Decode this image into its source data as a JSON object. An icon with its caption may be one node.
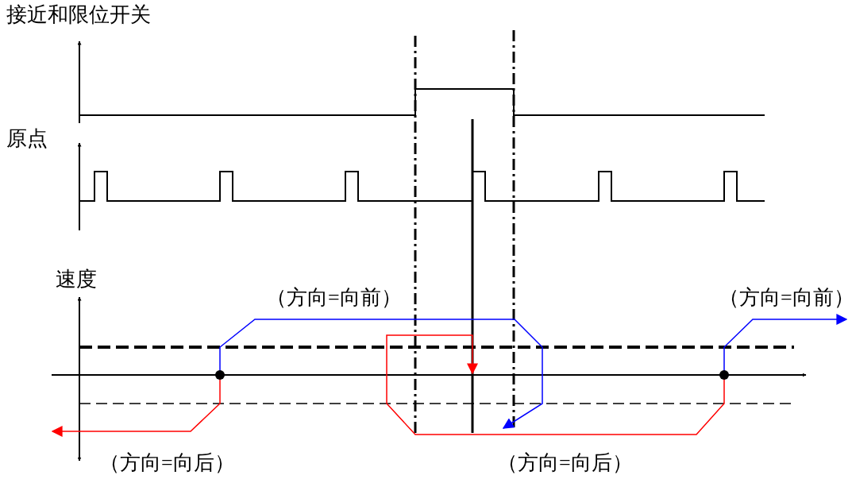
{
  "diagram": {
    "labels": [
      "接近和限位开关",
      "原点",
      "速度",
      "（方向=向前）",
      "（方向=向前）",
      "（方向=向后）",
      "（方向=向后）"
    ]
  }
}
